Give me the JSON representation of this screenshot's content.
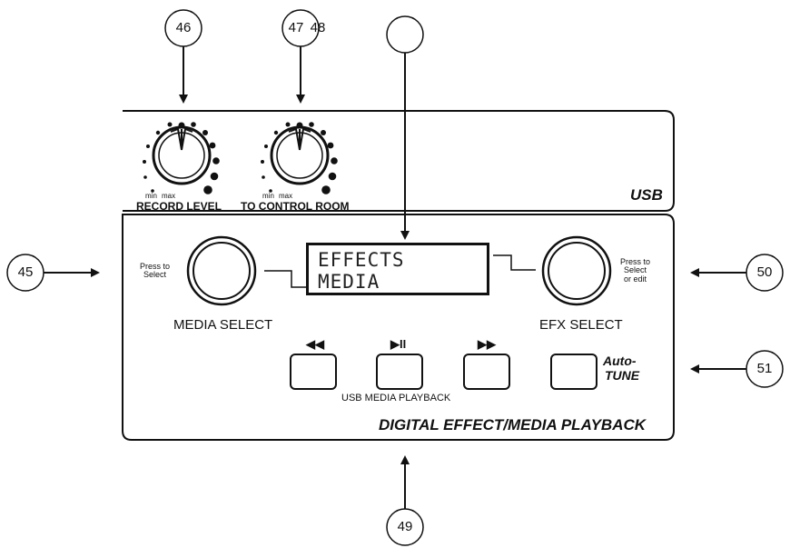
{
  "usb_panel": {
    "title": "USB",
    "knobs": [
      {
        "min": "min",
        "max": "max",
        "label": "RECORD LEVEL"
      },
      {
        "min": "min",
        "max": "max",
        "label": "TO CONTROL ROOM"
      }
    ]
  },
  "effects_panel": {
    "title": "DIGITAL EFFECT/MEDIA PLAYBACK",
    "display": {
      "line1": "EFFECTS",
      "line2": "MEDIA"
    },
    "media_encoder": {
      "label": "MEDIA SELECT",
      "hint": [
        "Press to",
        "Select"
      ]
    },
    "efx_encoder": {
      "label": "EFX SELECT",
      "hint": [
        "Press to",
        "Select",
        "or edit"
      ]
    },
    "transport": {
      "rewind": "◀◀",
      "play_pause": "▶II",
      "fast_forward": "▶▶"
    },
    "playback_label": "USB MEDIA PLAYBACK",
    "autotune": {
      "line1": "Auto-",
      "line2": "TUNE"
    }
  },
  "callouts": {
    "c45": "45",
    "c46": "46",
    "c47": "47",
    "c48": "48",
    "c49": "49",
    "c50": "50",
    "c51": "51",
    "display": ""
  }
}
